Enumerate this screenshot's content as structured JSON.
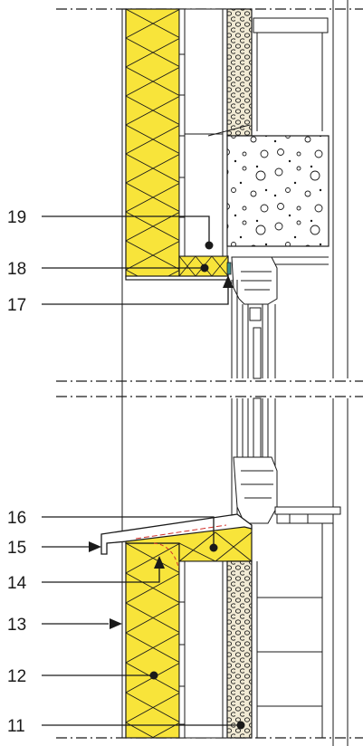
{
  "colors": {
    "insulation": "#f8e43a",
    "insulation_stroke": "#1a1a1a",
    "line": "#1a1a1a",
    "porous": "#f1ead4",
    "seal_teal": "#3a8f8f",
    "air_barrier_red": "#d2302a"
  },
  "callouts": [
    {
      "id": "19",
      "label": "19"
    },
    {
      "id": "18",
      "label": "18"
    },
    {
      "id": "17",
      "label": "17"
    },
    {
      "id": "16",
      "label": "16"
    },
    {
      "id": "15",
      "label": "15"
    },
    {
      "id": "14",
      "label": "14"
    },
    {
      "id": "13",
      "label": "13"
    },
    {
      "id": "12",
      "label": "12"
    },
    {
      "id": "11",
      "label": "11"
    }
  ]
}
